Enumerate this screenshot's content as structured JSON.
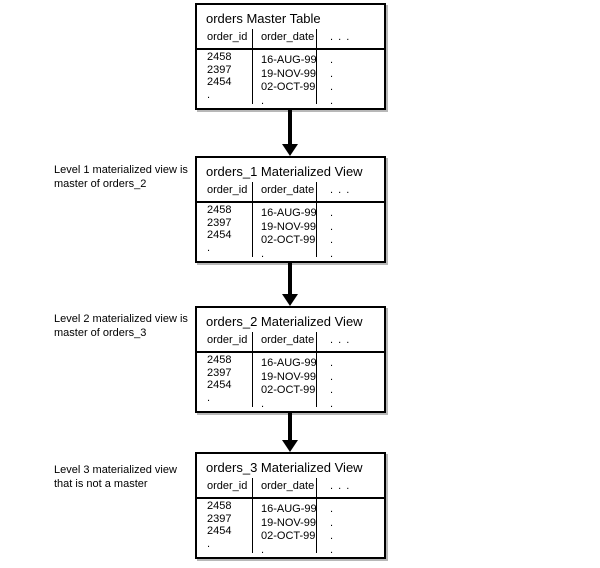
{
  "colors": {
    "background": "#ffffff",
    "line": "#000000",
    "text": "#000000",
    "box_shadow": "#b8b8b8"
  },
  "annotations": [
    {
      "lines": [
        "Level 1 materialized view is",
        "master of orders_2"
      ]
    },
    {
      "lines": [
        "Level 2 materialized view is",
        "master of orders_3"
      ]
    },
    {
      "lines": [
        "Level 3 materialized view",
        "that is not a master"
      ]
    }
  ],
  "tables": [
    {
      "title": "orders Master Table",
      "headers": [
        "order_id",
        "order_date",
        ". . ."
      ],
      "columns": {
        "order_id": [
          "2458",
          "2397",
          "2454",
          "."
        ],
        "order_date": [
          "16-AUG-99",
          "19-NOV-99",
          "02-OCT-99",
          "."
        ],
        "more": [
          ".",
          ".",
          ".",
          "."
        ]
      }
    },
    {
      "title": "orders_1 Materialized View",
      "headers": [
        "order_id",
        "order_date",
        ". . ."
      ],
      "columns": {
        "order_id": [
          "2458",
          "2397",
          "2454",
          "."
        ],
        "order_date": [
          "16-AUG-99",
          "19-NOV-99",
          "02-OCT-99",
          "."
        ],
        "more": [
          ".",
          ".",
          ".",
          "."
        ]
      }
    },
    {
      "title": "orders_2 Materialized View",
      "headers": [
        "order_id",
        "order_date",
        ". . ."
      ],
      "columns": {
        "order_id": [
          "2458",
          "2397",
          "2454",
          "."
        ],
        "order_date": [
          "16-AUG-99",
          "19-NOV-99",
          "02-OCT-99",
          "."
        ],
        "more": [
          ".",
          ".",
          ".",
          "."
        ]
      }
    },
    {
      "title": "orders_3 Materialized View",
      "headers": [
        "order_id",
        "order_date",
        ". . ."
      ],
      "columns": {
        "order_id": [
          "2458",
          "2397",
          "2454",
          "."
        ],
        "order_date": [
          "16-AUG-99",
          "19-NOV-99",
          "02-OCT-99",
          "."
        ],
        "more": [
          ".",
          ".",
          ".",
          "."
        ]
      }
    }
  ]
}
